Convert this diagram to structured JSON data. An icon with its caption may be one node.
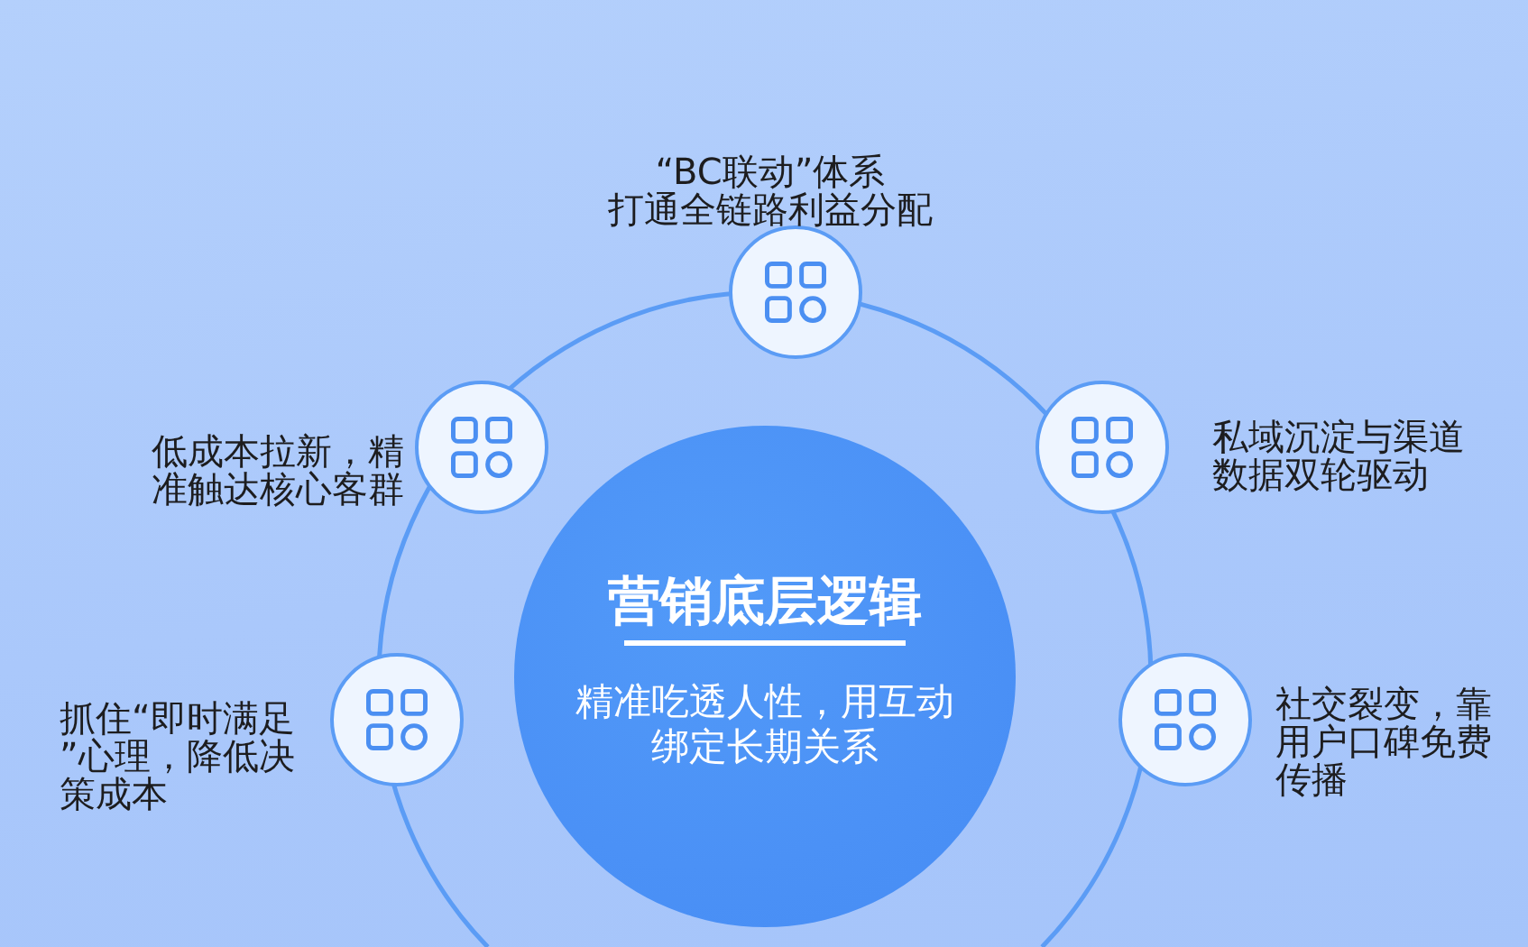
{
  "diagram": {
    "nodes": [
      {
        "text": [],
        "shape": "circle",
        "beside": [
          "“BC联动”体系打通全链路利益分配"
        ]
      },
      {
        "text": [],
        "shape": "circle",
        "beside": [
          "低成本拉新，精准触达核心客群"
        ]
      },
      {
        "text": [],
        "shape": "circle",
        "beside": [
          "私域沉淀与渠道数据双轮驱动"
        ]
      },
      {
        "text": [
          "营销底层逻辑",
          "精准吃透人性，用互动绑定长期关系"
        ]
      },
      {
        "text": [],
        "shape": "circle",
        "beside": [
          "抓住“即时满足”心理，降低决策成本"
        ]
      },
      {
        "text": [],
        "shape": "circle",
        "beside": [
          "社交裂变，靠用户口碑免费传播"
        ]
      }
    ]
  }
}
